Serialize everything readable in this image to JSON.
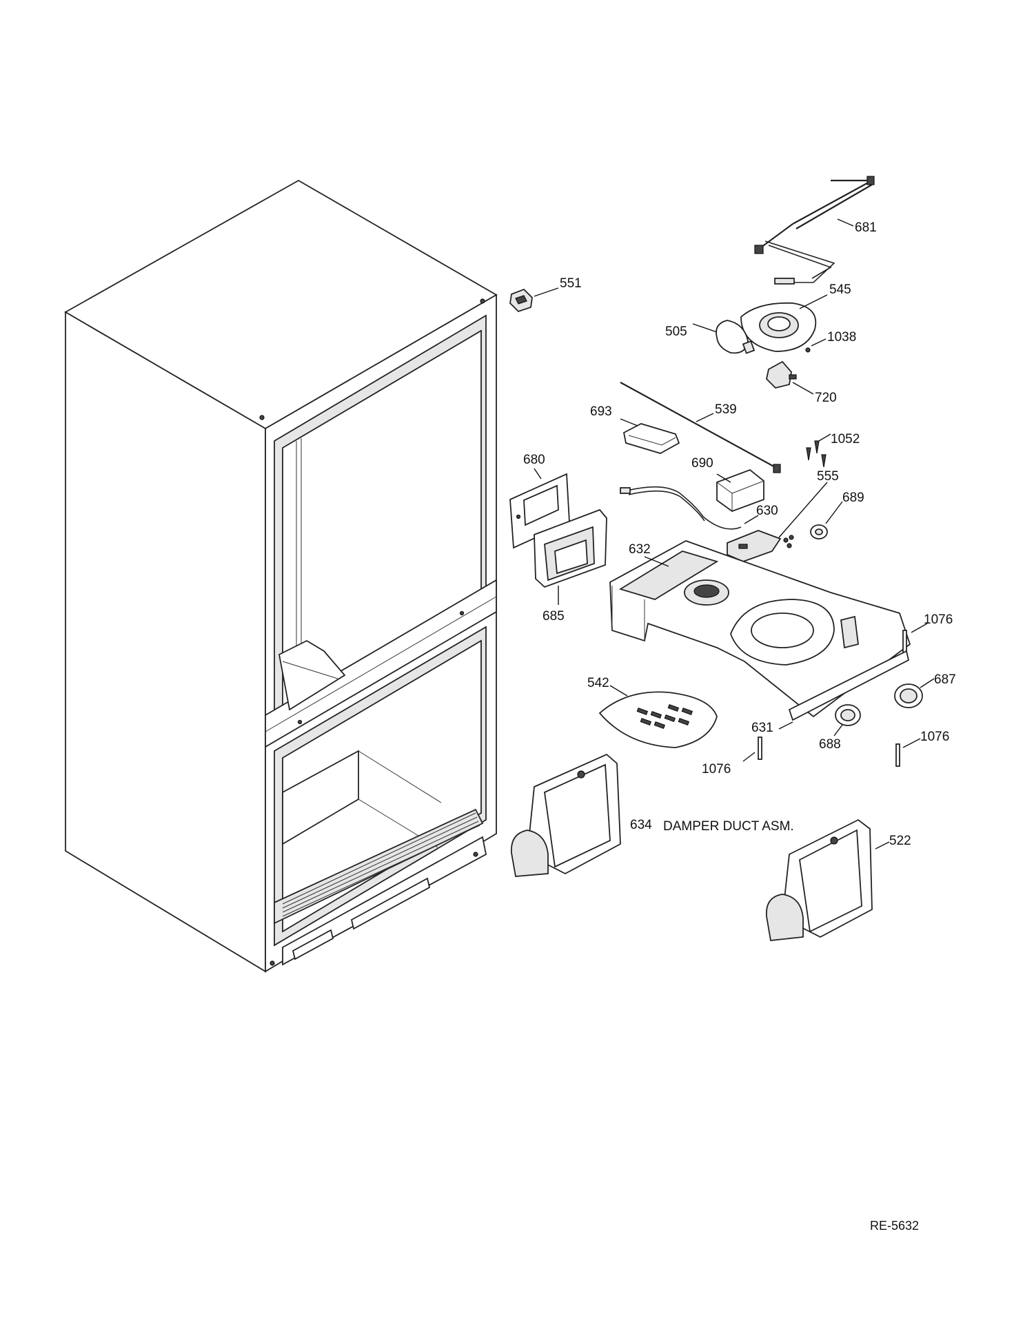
{
  "callouts": [
    {
      "id": "681",
      "text": "681"
    },
    {
      "id": "551",
      "text": "551"
    },
    {
      "id": "545",
      "text": "545"
    },
    {
      "id": "505",
      "text": "505"
    },
    {
      "id": "1038",
      "text": "1038"
    },
    {
      "id": "720",
      "text": "720"
    },
    {
      "id": "693",
      "text": "693"
    },
    {
      "id": "539",
      "text": "539"
    },
    {
      "id": "1052",
      "text": "1052"
    },
    {
      "id": "680",
      "text": "680"
    },
    {
      "id": "690",
      "text": "690"
    },
    {
      "id": "555",
      "text": "555"
    },
    {
      "id": "689",
      "text": "689"
    },
    {
      "id": "630",
      "text": "630"
    },
    {
      "id": "632",
      "text": "632"
    },
    {
      "id": "685",
      "text": "685"
    },
    {
      "id": "1076a",
      "text": "1076"
    },
    {
      "id": "542",
      "text": "542"
    },
    {
      "id": "687",
      "text": "687"
    },
    {
      "id": "631",
      "text": "631"
    },
    {
      "id": "1076b",
      "text": "1076"
    },
    {
      "id": "688",
      "text": "688"
    },
    {
      "id": "1076c",
      "text": "1076"
    },
    {
      "id": "634",
      "text": "634"
    },
    {
      "id": "522",
      "text": "522"
    }
  ],
  "assembly_note": "DAMPER DUCT ASM.",
  "document_code": "RE-5632"
}
